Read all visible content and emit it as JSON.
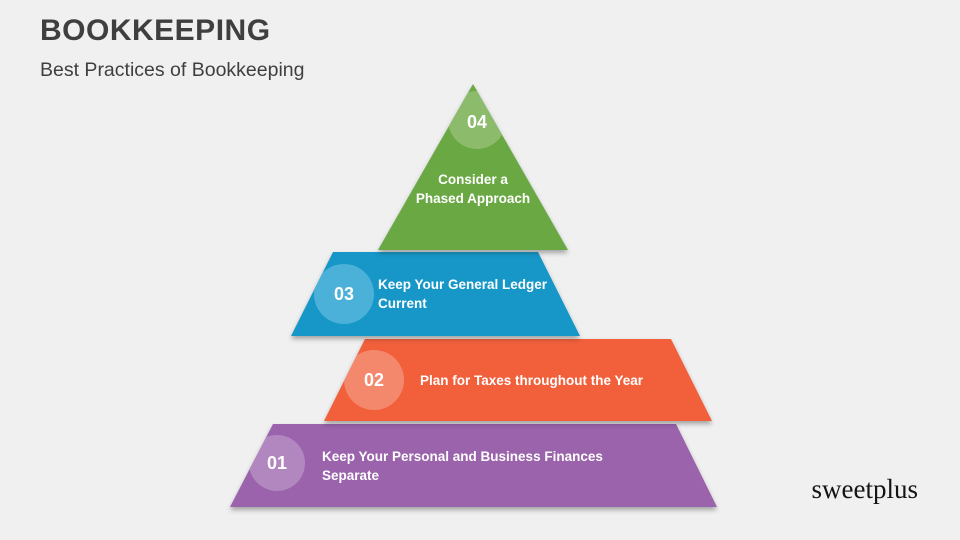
{
  "slide": {
    "title": "BOOKKEEPING",
    "subtitle": "Best Practices of Bookkeeping",
    "watermark": "sweetplus",
    "background_color": "#f0f0f1",
    "title_color": "#3f3f3f"
  },
  "pyramid": {
    "type": "pyramid",
    "levels": [
      {
        "number": "04",
        "label": "Consider a Phased Approach",
        "color": "#6aa843",
        "bubble_color": "#8cbb6c"
      },
      {
        "number": "03",
        "label": "Keep Your General Ledger Current",
        "color": "#1697c8",
        "bubble_color": "#4bb1d8"
      },
      {
        "number": "02",
        "label": "Plan for Taxes throughout the Year",
        "color": "#f15f3b",
        "bubble_color": "#f4886c"
      },
      {
        "number": "01",
        "label": "Keep Your Personal and Business Finances Separate",
        "color": "#9a63ab",
        "bubble_color": "#b287c0"
      }
    ]
  }
}
